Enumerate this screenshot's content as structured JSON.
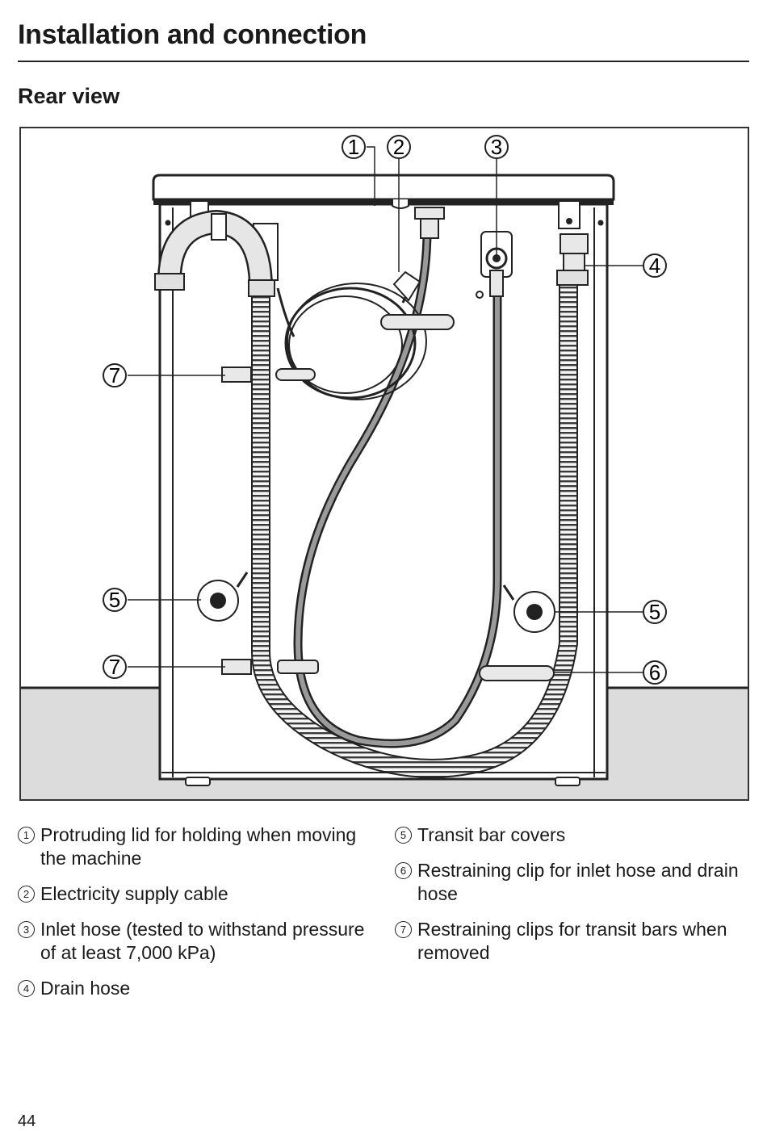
{
  "header": {
    "title": "Installation and connection"
  },
  "section": {
    "title": "Rear view"
  },
  "figure": {
    "callouts": [
      "1",
      "2",
      "3",
      "4",
      "5",
      "5",
      "6",
      "7",
      "7"
    ]
  },
  "legend": {
    "left": [
      {
        "num": "1",
        "text": "Protruding lid for holding when moving the machine"
      },
      {
        "num": "2",
        "text": "Electricity supply cable"
      },
      {
        "num": "3",
        "text": "Inlet hose (tested to withstand pressure of at least 7,000 kPa)"
      },
      {
        "num": "4",
        "text": "Drain hose"
      }
    ],
    "right": [
      {
        "num": "5",
        "text": "Transit bar covers"
      },
      {
        "num": "6",
        "text": "Restraining clip for inlet hose and drain hose"
      },
      {
        "num": "7",
        "text": "Restraining clips for transit bars when removed"
      }
    ]
  },
  "footer": {
    "page_number": "44"
  }
}
